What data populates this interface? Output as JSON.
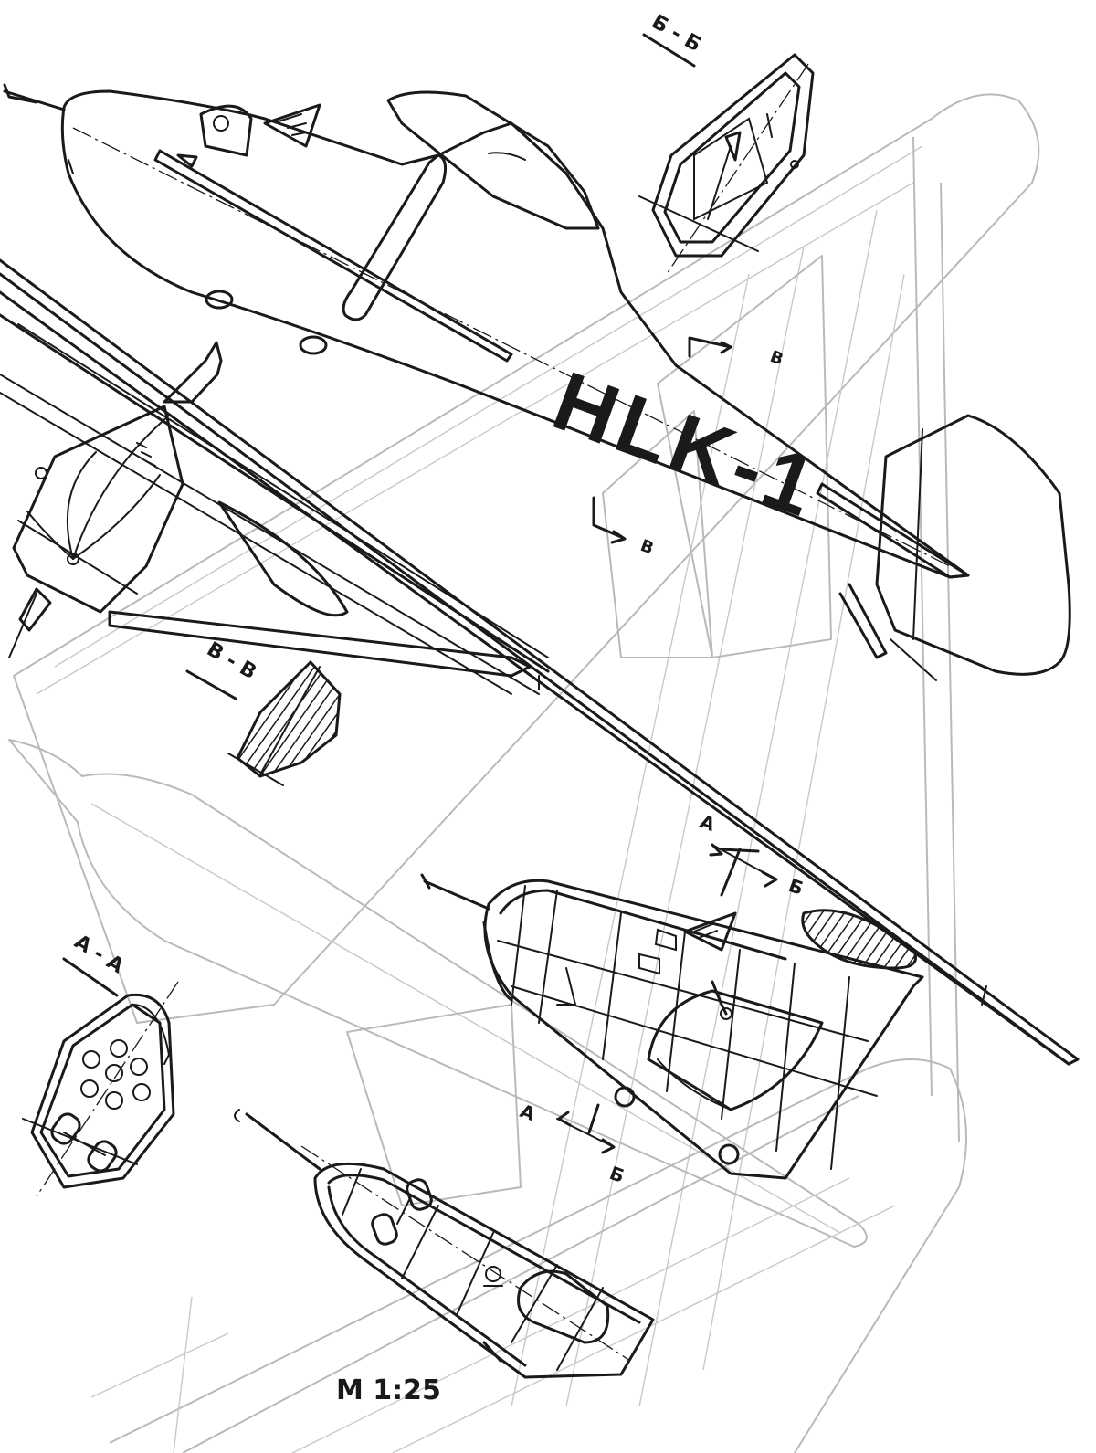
{
  "drawing": {
    "registration": "HLK-1",
    "scale": "М 1:25",
    "sections": {
      "a": "А - А",
      "b": "Б - Б",
      "v": "В - В"
    },
    "cut_marks": {
      "a": "А",
      "b": "Б",
      "v": "В"
    }
  }
}
